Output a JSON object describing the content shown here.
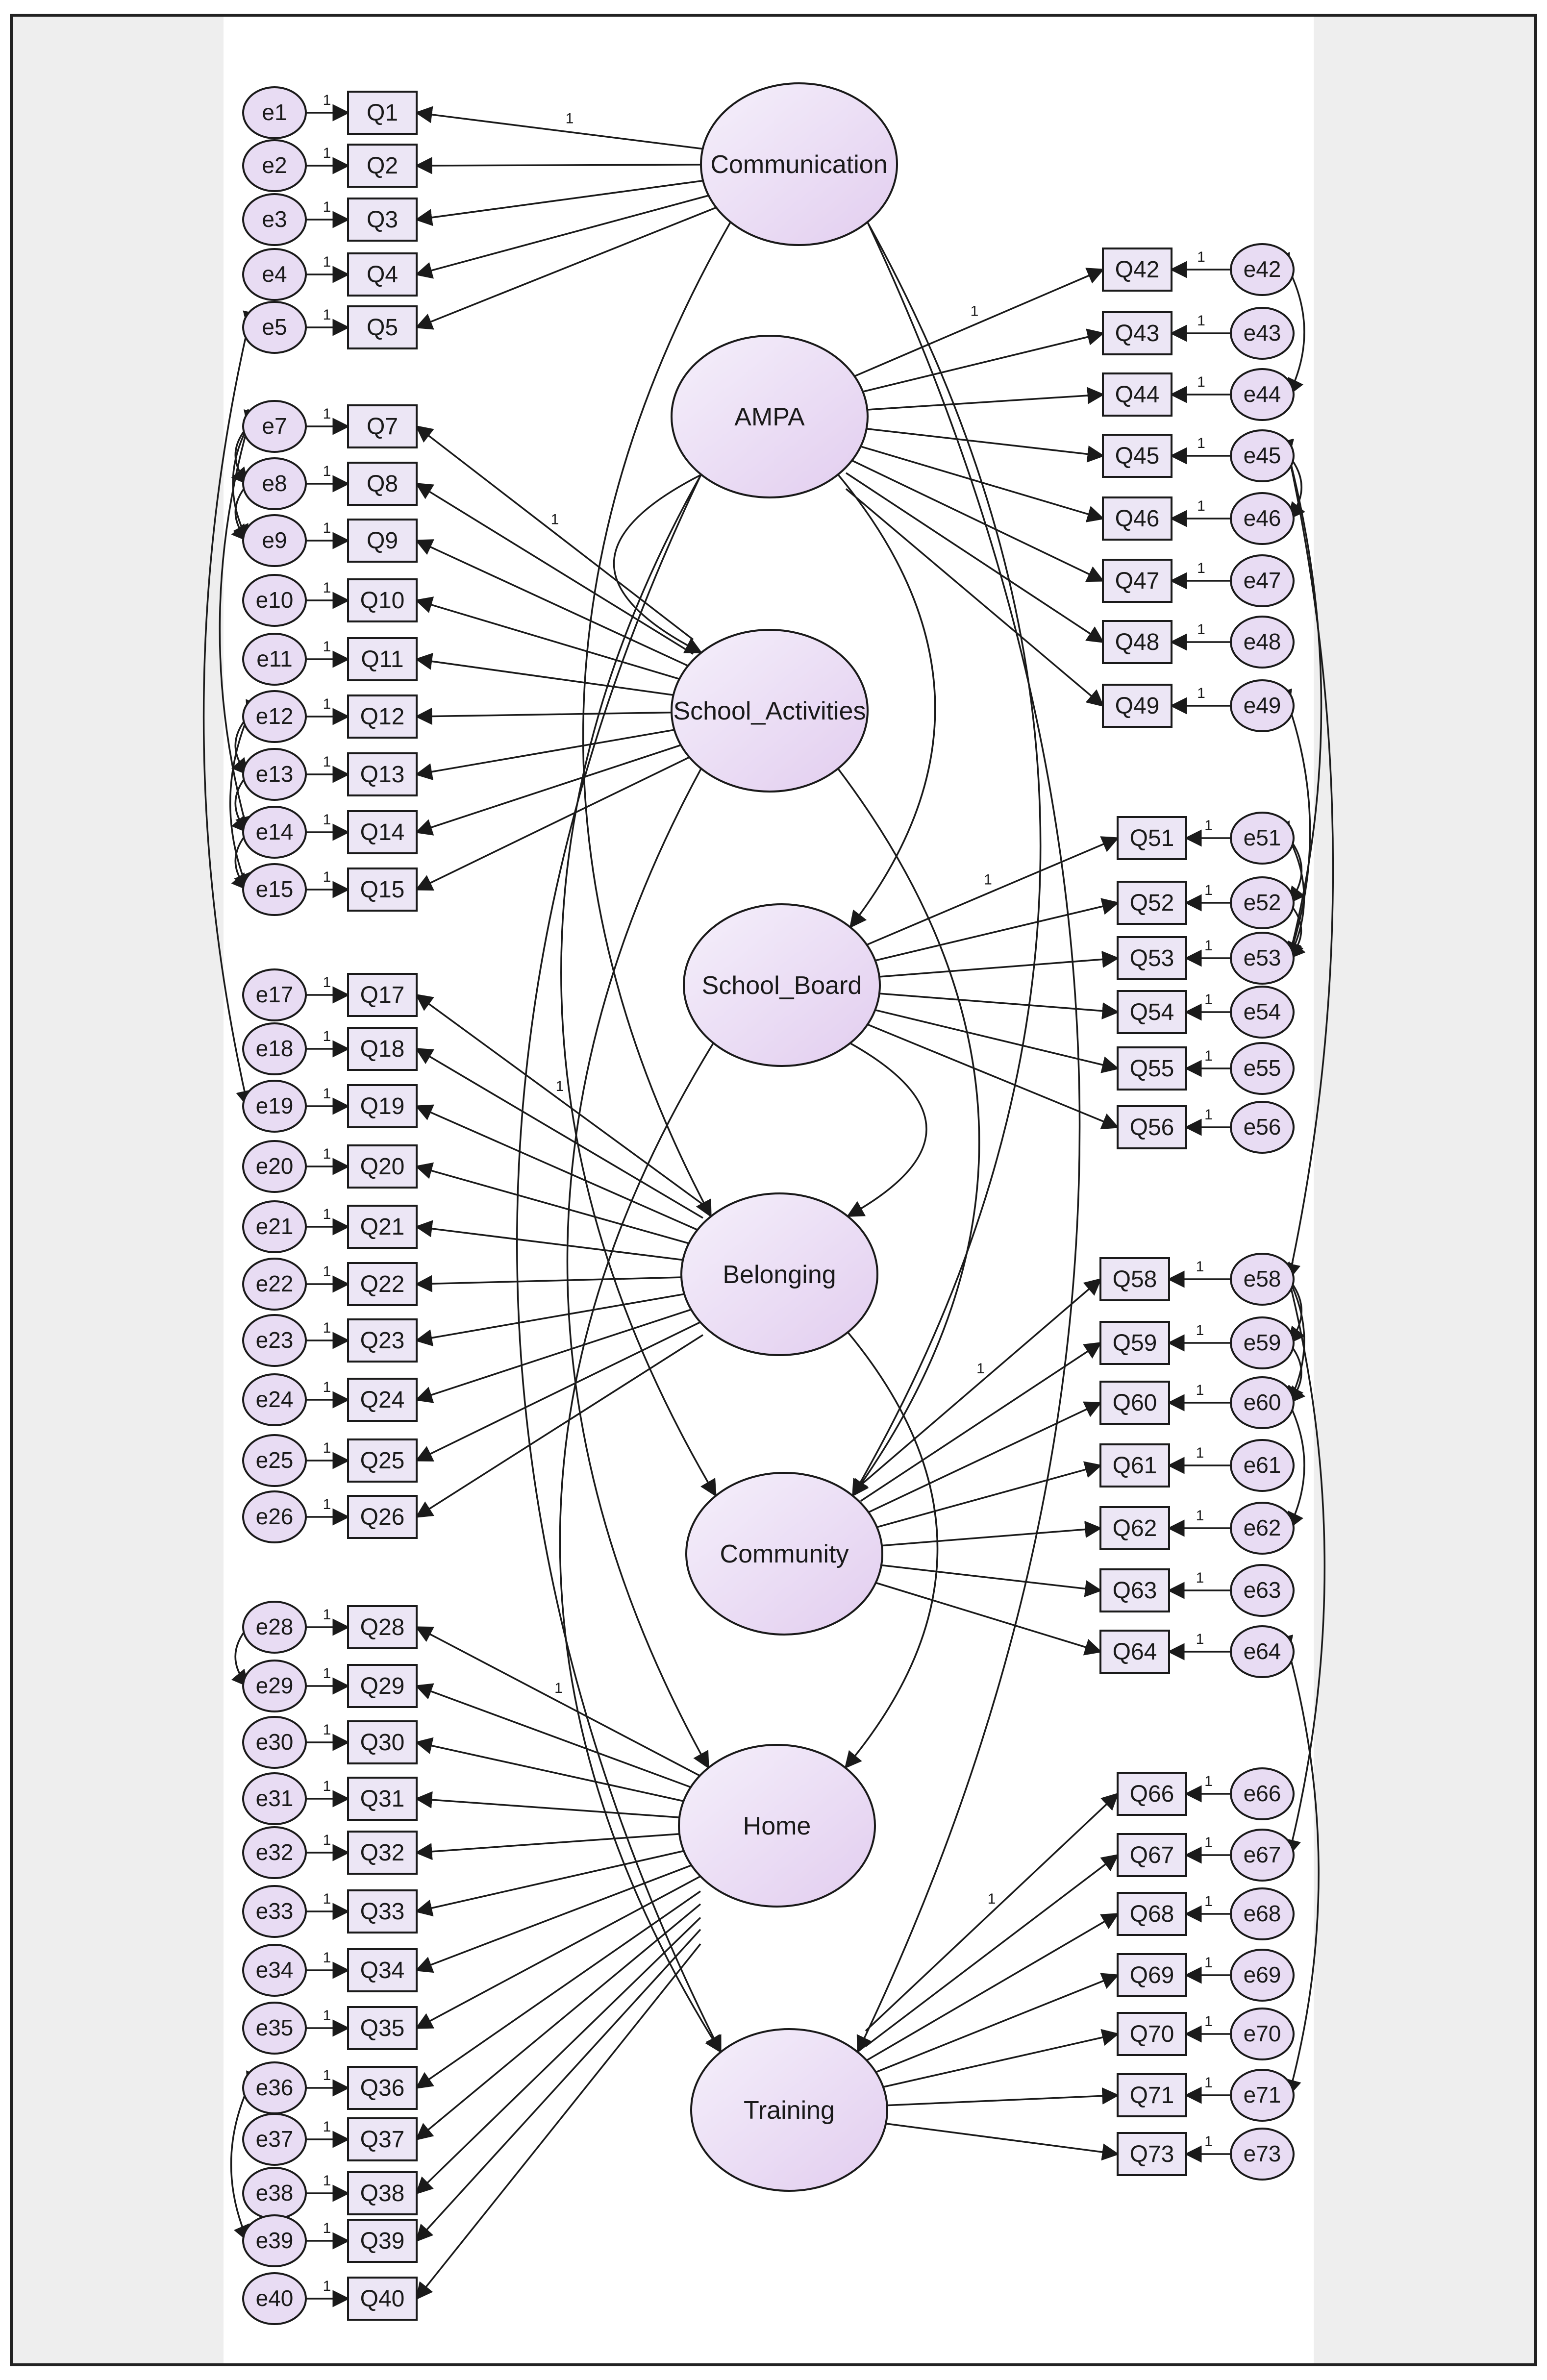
{
  "colors": {
    "latent_fill_start": "#f5f0fb",
    "latent_fill_end": "#e2cdef",
    "error_fill": "#e8dcf3",
    "box_fill": "#ece6f5",
    "stroke": "#1a1a1a",
    "band": "#eeeeee"
  },
  "loading_label": "1",
  "latents": [
    {
      "id": "communication",
      "label": "Communication"
    },
    {
      "id": "ampa",
      "label": "AMPA"
    },
    {
      "id": "school_activities",
      "label": "School_Activities"
    },
    {
      "id": "school_board",
      "label": "School_Board"
    },
    {
      "id": "belonging",
      "label": "Belonging"
    },
    {
      "id": "community",
      "label": "Community"
    },
    {
      "id": "home",
      "label": "Home"
    },
    {
      "id": "training",
      "label": "Training"
    }
  ],
  "groups": [
    {
      "latent": 0,
      "side": "left",
      "items": [
        [
          "Q1",
          "e1"
        ],
        [
          "Q2",
          "e2"
        ],
        [
          "Q3",
          "e3"
        ],
        [
          "Q4",
          "e4"
        ],
        [
          "Q5",
          "e5"
        ]
      ]
    },
    {
      "latent": 1,
      "side": "right",
      "items": [
        [
          "Q42",
          "e42"
        ],
        [
          "Q43",
          "e43"
        ],
        [
          "Q44",
          "e44"
        ],
        [
          "Q45",
          "e45"
        ],
        [
          "Q46",
          "e46"
        ],
        [
          "Q47",
          "e47"
        ],
        [
          "Q48",
          "e48"
        ],
        [
          "Q49",
          "e49"
        ]
      ]
    },
    {
      "latent": 2,
      "side": "left",
      "items": [
        [
          "Q7",
          "e7"
        ],
        [
          "Q8",
          "e8"
        ],
        [
          "Q9",
          "e9"
        ],
        [
          "Q10",
          "e10"
        ],
        [
          "Q11",
          "e11"
        ],
        [
          "Q12",
          "e12"
        ],
        [
          "Q13",
          "e13"
        ],
        [
          "Q14",
          "e14"
        ],
        [
          "Q15",
          "e15"
        ]
      ]
    },
    {
      "latent": 3,
      "side": "right",
      "items": [
        [
          "Q51",
          "e51"
        ],
        [
          "Q52",
          "e52"
        ],
        [
          "Q53",
          "e53"
        ],
        [
          "Q54",
          "e54"
        ],
        [
          "Q55",
          "e55"
        ],
        [
          "Q56",
          "e56"
        ]
      ]
    },
    {
      "latent": 4,
      "side": "left",
      "items": [
        [
          "Q17",
          "e17"
        ],
        [
          "Q18",
          "e18"
        ],
        [
          "Q19",
          "e19"
        ],
        [
          "Q20",
          "e20"
        ],
        [
          "Q21",
          "e21"
        ],
        [
          "Q22",
          "e22"
        ],
        [
          "Q23",
          "e23"
        ],
        [
          "Q24",
          "e24"
        ],
        [
          "Q25",
          "e25"
        ],
        [
          "Q26",
          "e26"
        ]
      ]
    },
    {
      "latent": 5,
      "side": "right",
      "items": [
        [
          "Q58",
          "e58"
        ],
        [
          "Q59",
          "e59"
        ],
        [
          "Q60",
          "e60"
        ],
        [
          "Q61",
          "e61"
        ],
        [
          "Q62",
          "e62"
        ],
        [
          "Q63",
          "e63"
        ],
        [
          "Q64",
          "e64"
        ]
      ]
    },
    {
      "latent": 6,
      "side": "left",
      "items": [
        [
          "Q28",
          "e28"
        ],
        [
          "Q29",
          "e29"
        ],
        [
          "Q30",
          "e30"
        ],
        [
          "Q31",
          "e31"
        ],
        [
          "Q32",
          "e32"
        ],
        [
          "Q33",
          "e33"
        ],
        [
          "Q34",
          "e34"
        ],
        [
          "Q35",
          "e35"
        ],
        [
          "Q36",
          "e36"
        ],
        [
          "Q37",
          "e37"
        ],
        [
          "Q38",
          "e38"
        ],
        [
          "Q39",
          "e39"
        ],
        [
          "Q40",
          "e40"
        ]
      ]
    },
    {
      "latent": 7,
      "side": "right",
      "items": [
        [
          "Q66",
          "e66"
        ],
        [
          "Q67",
          "e67"
        ],
        [
          "Q68",
          "e68"
        ],
        [
          "Q69",
          "e69"
        ],
        [
          "Q70",
          "e70"
        ],
        [
          "Q71",
          "e71"
        ],
        [
          "Q73",
          "e73"
        ]
      ]
    }
  ],
  "latent_covariances": [
    [
      0,
      4
    ],
    [
      0,
      7
    ],
    [
      1,
      2
    ],
    [
      1,
      3
    ],
    [
      1,
      5
    ],
    [
      2,
      5
    ],
    [
      2,
      6
    ],
    [
      3,
      4
    ],
    [
      3,
      7
    ],
    [
      4,
      6
    ],
    [
      1,
      7
    ],
    [
      0,
      5
    ]
  ],
  "error_covariances": [
    [
      "e7",
      "e8"
    ],
    [
      "e8",
      "e9"
    ],
    [
      "e7",
      "e9"
    ],
    [
      "e12",
      "e13"
    ],
    [
      "e13",
      "e14"
    ],
    [
      "e14",
      "e15"
    ],
    [
      "e12",
      "e15"
    ],
    [
      "e7",
      "e14"
    ],
    [
      "e5",
      "e19"
    ],
    [
      "e28",
      "e29"
    ],
    [
      "e36",
      "e39"
    ],
    [
      "e42",
      "e44"
    ],
    [
      "e45",
      "e46"
    ],
    [
      "e45",
      "e53"
    ],
    [
      "e49",
      "e53"
    ],
    [
      "e51",
      "e52"
    ],
    [
      "e52",
      "e53"
    ],
    [
      "e51",
      "e53"
    ],
    [
      "e45",
      "e58"
    ],
    [
      "e58",
      "e59"
    ],
    [
      "e59",
      "e60"
    ],
    [
      "e60",
      "e62"
    ],
    [
      "e58",
      "e60"
    ],
    [
      "e58",
      "e67"
    ],
    [
      "e64",
      "e71"
    ]
  ]
}
